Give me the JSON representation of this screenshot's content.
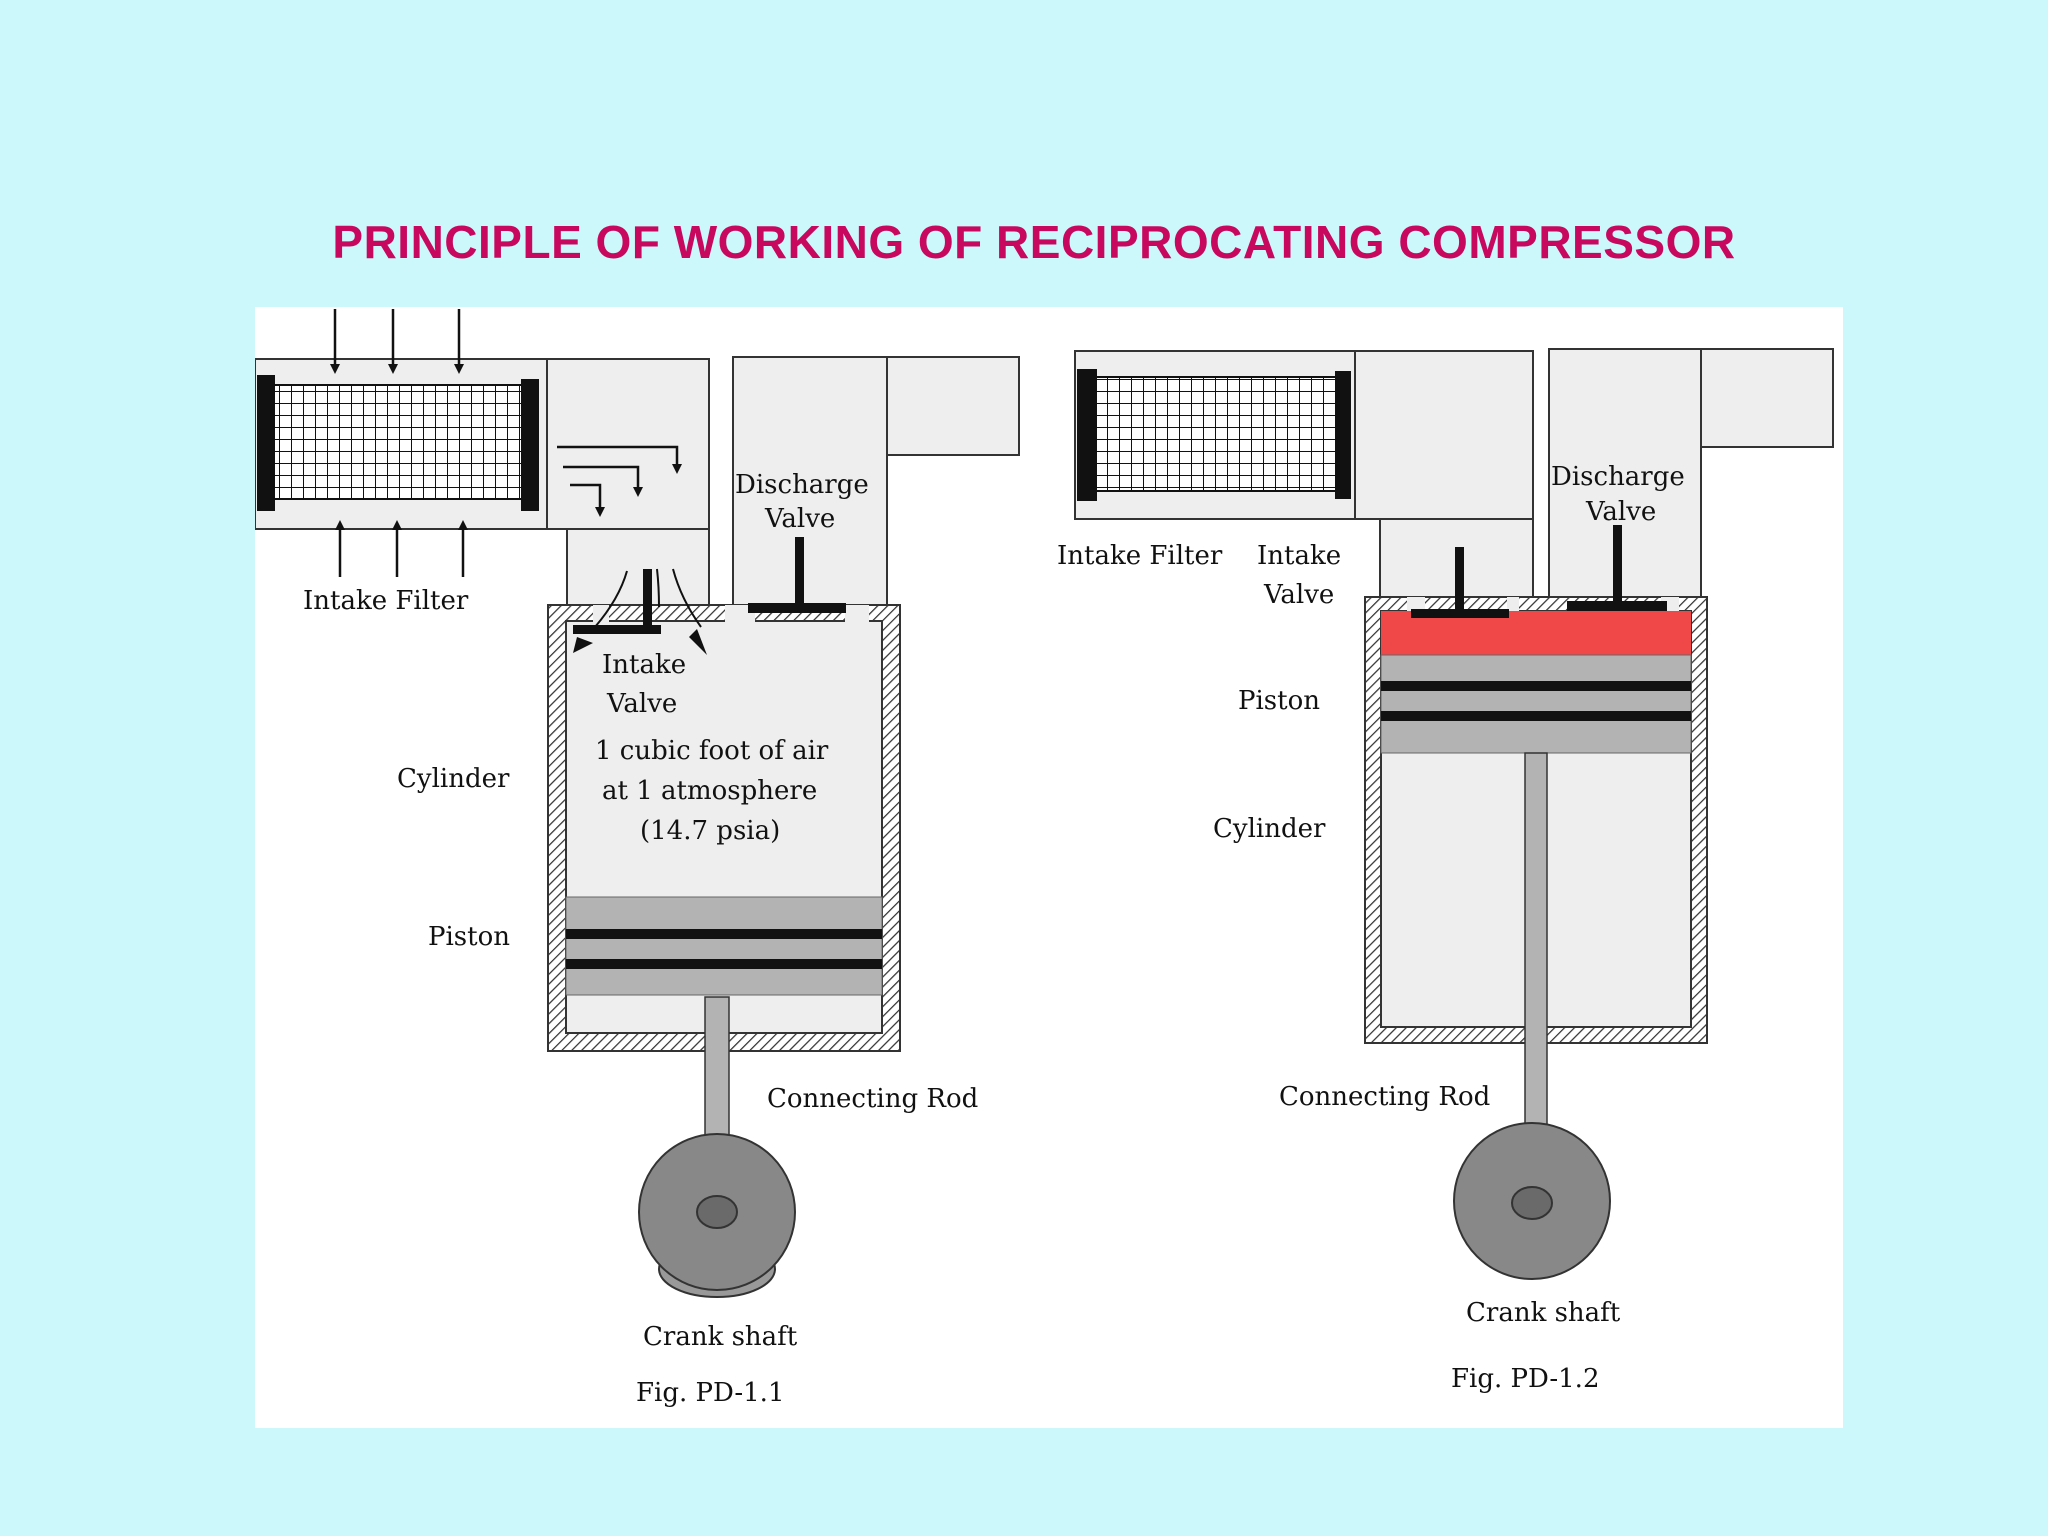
{
  "title": "PRINCIPLE OF WORKING OF RECIPROCATING COMPRESSOR",
  "colors": {
    "background": "#ccf8fc",
    "title": "#c8085f",
    "panel": "#ffffff",
    "part_fill": "#eeeeee",
    "piston": "#b3b3b3",
    "compressed_air": "#f04848",
    "crank": "#888888"
  },
  "fig1": {
    "intake_filter_label": "Intake  Filter",
    "discharge_valve_label_1": "Discharge",
    "discharge_valve_label_2": "Valve",
    "intake_valve_label_1": "Intake",
    "intake_valve_label_2": "Valve",
    "cylinder_label": "Cylinder",
    "piston_label": "Piston",
    "air_text_1": "1 cubic foot of air",
    "air_text_2": "at 1 atmosphere",
    "air_text_3": "(14.7 psia)",
    "connecting_rod_label": "Connecting Rod",
    "crankshaft_label": "Crank shaft",
    "caption": "Fig. PD-1.1"
  },
  "fig2": {
    "intake_filter_label": "Intake  Filter",
    "intake_valve_label_1": "Intake",
    "intake_valve_label_2": "Valve",
    "discharge_valve_label_1": "Discharge",
    "discharge_valve_label_2": "Valve",
    "piston_label": "Piston",
    "cylinder_label": "Cylinder",
    "connecting_rod_label": "Connecting Rod",
    "crankshaft_label": "Crank shaft",
    "caption": "Fig. PD-1.2"
  }
}
